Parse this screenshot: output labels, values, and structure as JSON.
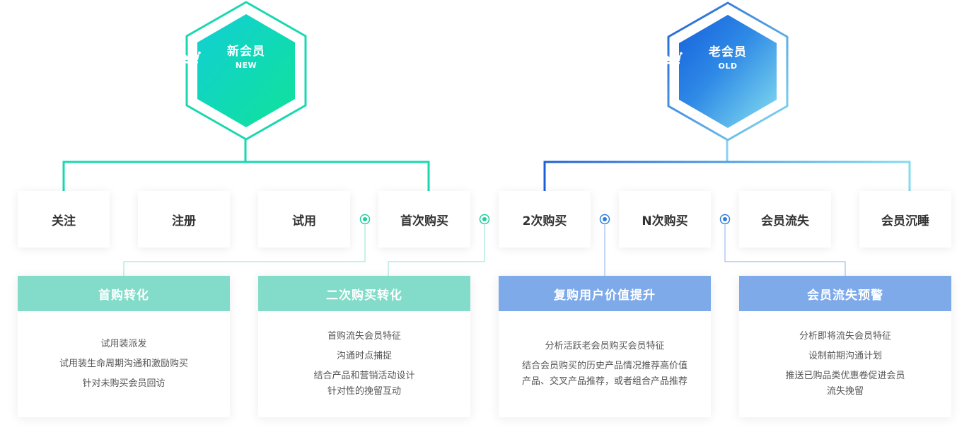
{
  "new_member": {
    "title": "新会员",
    "tag": "NEW",
    "icon": "crown-icon",
    "colors": {
      "start": "#12cfd4",
      "end": "#0fe29a",
      "ring": "#19d8b0"
    }
  },
  "old_member": {
    "title": "老会员",
    "tag": "OLD",
    "icon": "crown-icon",
    "colors": {
      "start": "#1660dc",
      "end": "#7fdaf0",
      "ring": "#5fb3ea"
    }
  },
  "stages": [
    {
      "label": "关注"
    },
    {
      "label": "注册"
    },
    {
      "label": "试用"
    },
    {
      "label": "首次购买"
    },
    {
      "label": "2次购买"
    },
    {
      "label": "N次购买"
    },
    {
      "label": "会员流失"
    },
    {
      "label": "会员沉睡"
    }
  ],
  "cards": [
    {
      "title": "首购转化",
      "color": "#82dcc9",
      "lines": [
        "试用装派发",
        "试用装生命周期沟通和激励购买",
        "针对未购买会员回访"
      ]
    },
    {
      "title": "二次购买转化",
      "color": "#82dcc9",
      "lines": [
        "首购流失会员特征",
        "沟通时点捕捉",
        "结合产品和营销活动设计",
        "针对性的挽留互动"
      ]
    },
    {
      "title": "复购用户价值提升",
      "color": "#7eaaea",
      "lines": [
        "分析活跃老会员购买会员特征",
        "结合会员购买的历史产品情况推荐高价值",
        "产品、交叉产品推荐，或者组合产品推荐"
      ]
    },
    {
      "title": "会员流失预警",
      "color": "#7eaaea",
      "lines": [
        "分析即将流失会员特征",
        "设制前期沟通计划",
        "推送已购品类优惠卷促进会员",
        "流失挽留"
      ]
    }
  ]
}
